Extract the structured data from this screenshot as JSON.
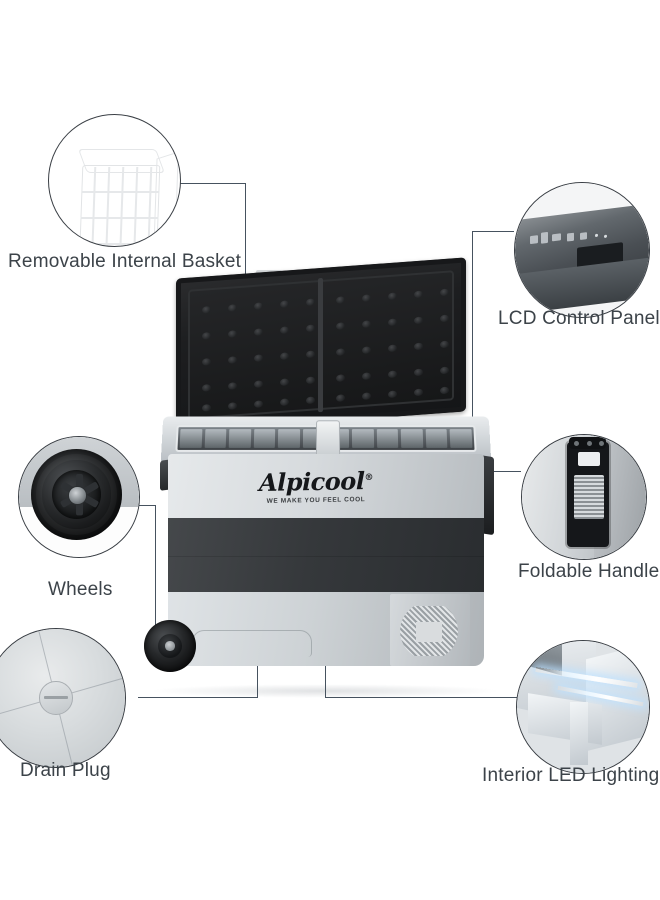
{
  "page": {
    "title": "Alpicool Portable Refrigerator Feature Callouts",
    "background_color": "#ffffff",
    "line_color": "#46525f",
    "dot_color": "#3f5a75",
    "label_color": "#3c4349"
  },
  "product": {
    "brand": "Alpicool",
    "brand_registered_mark": "®",
    "tagline": "WE MAKE YOU FEEL COOL",
    "name": "portable-car-refrigerator"
  },
  "callouts": [
    {
      "id": "removable-internal-basket",
      "label": "Removable Internal Basket",
      "icon": "wire-basket-icon",
      "position": "top-left"
    },
    {
      "id": "lcd-control-panel",
      "label": "LCD Control Panel",
      "icon": "lcd-panel-icon",
      "position": "top-right"
    },
    {
      "id": "wheels",
      "label": "Wheels",
      "icon": "wheel-icon",
      "position": "middle-left"
    },
    {
      "id": "foldable-handle",
      "label": "Foldable Handle",
      "icon": "handle-icon",
      "position": "middle-right"
    },
    {
      "id": "drain-plug",
      "label": "Drain Plug",
      "icon": "drain-plug-icon",
      "position": "bottom-left"
    },
    {
      "id": "interior-led-lighting",
      "label": "Interior LED Lighting",
      "icon": "led-light-icon",
      "position": "bottom-right"
    }
  ]
}
